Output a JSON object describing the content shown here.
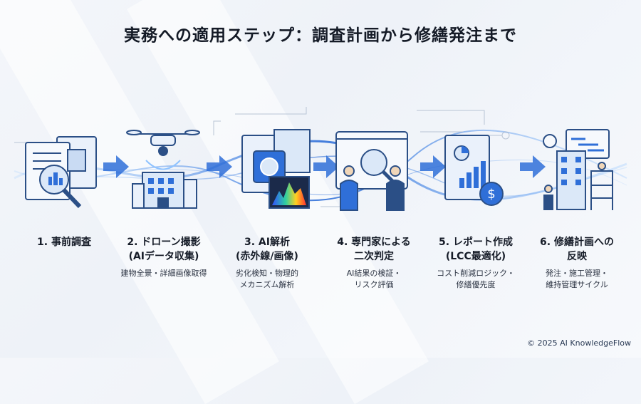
{
  "title": "実務への適用ステップ：調査計画から修繕発注まで",
  "steps": [
    {
      "title_line1": "1. 事前調査",
      "title_line2": "",
      "desc_line1": "",
      "desc_line2": ""
    },
    {
      "title_line1": "2. ドローン撮影",
      "title_line2": "(AIデータ収集)",
      "desc_line1": "建物全景・詳細画像取得",
      "desc_line2": ""
    },
    {
      "title_line1": "3. AI解析",
      "title_line2": "(赤外線/画像)",
      "desc_line1": "劣化検知・物理的",
      "desc_line2": "メカニズム解析"
    },
    {
      "title_line1": "4. 専門家による",
      "title_line2": "二次判定",
      "desc_line1": "AI結果の検証・",
      "desc_line2": "リスク評価"
    },
    {
      "title_line1": "5. レポート作成",
      "title_line2": "(LCC最適化)",
      "desc_line1": "コスト削減ロジック・",
      "desc_line2": "修繕優先度"
    },
    {
      "title_line1": "6. 修繕計画への",
      "title_line2": "反映",
      "desc_line1": "発注・施工管理・",
      "desc_line2": "維持管理サイクル"
    }
  ],
  "footer": "© 2025 AI KnowledgeFlow",
  "colors": {
    "accent": "#2f6fd8",
    "line": "#2b4f86",
    "glow": "#8fc3ff"
  },
  "icons": [
    "document-search-icon",
    "drone-building-icon",
    "ai-chip-blueprint-icon",
    "experts-screen-icon",
    "report-cost-icon",
    "building-schedule-icon"
  ]
}
